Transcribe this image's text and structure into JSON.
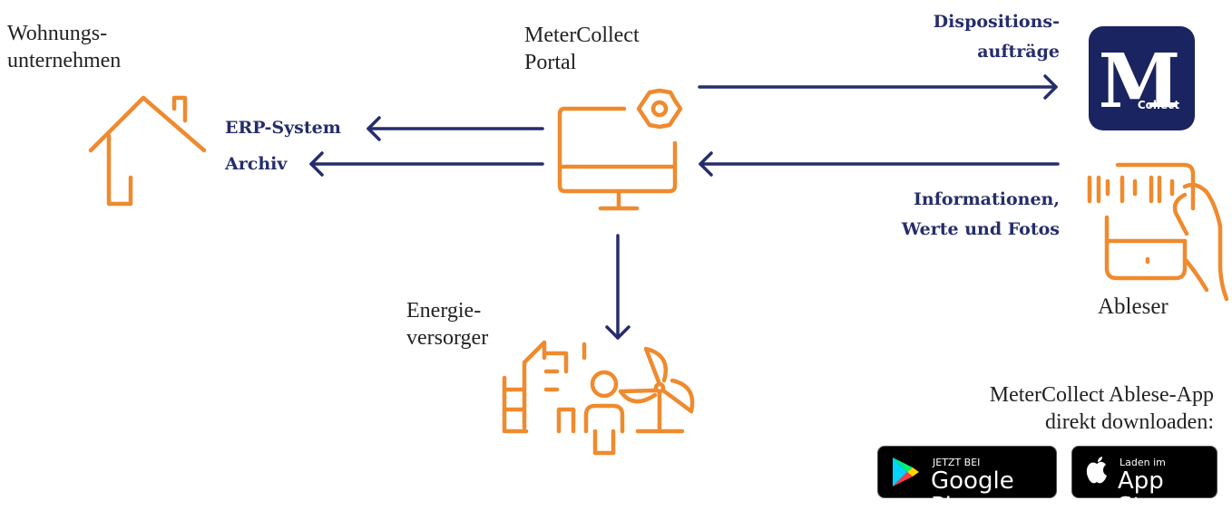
{
  "labels": {
    "wohnung_line1": "Wohnungs-",
    "wohnung_line2": "unternehmen",
    "portal_line1": "MeterCollect",
    "portal_line2": "Portal",
    "erp": "ERP-System",
    "archiv": "Archiv",
    "dispo_line1": "Dispositions-",
    "dispo_line2": "aufträge",
    "info_line1": "Informationen,",
    "info_line2": "Werte und Fotos",
    "ableser": "Ableser",
    "energie_line1": "Energie-",
    "energie_line2": "versorger",
    "download_line1": "MeterCollect Ablese-App",
    "download_line2": "direkt downloaden:"
  },
  "app_logo": {
    "letter": "M",
    "sub": "Collect"
  },
  "stores": {
    "google_small": "JETZT BEI",
    "google_big": "Google Play",
    "apple_small": "Laden im",
    "apple_big": "App Store"
  },
  "colors": {
    "orange": "#ef8a2e",
    "navy": "#262d6c",
    "text": "#222222"
  }
}
